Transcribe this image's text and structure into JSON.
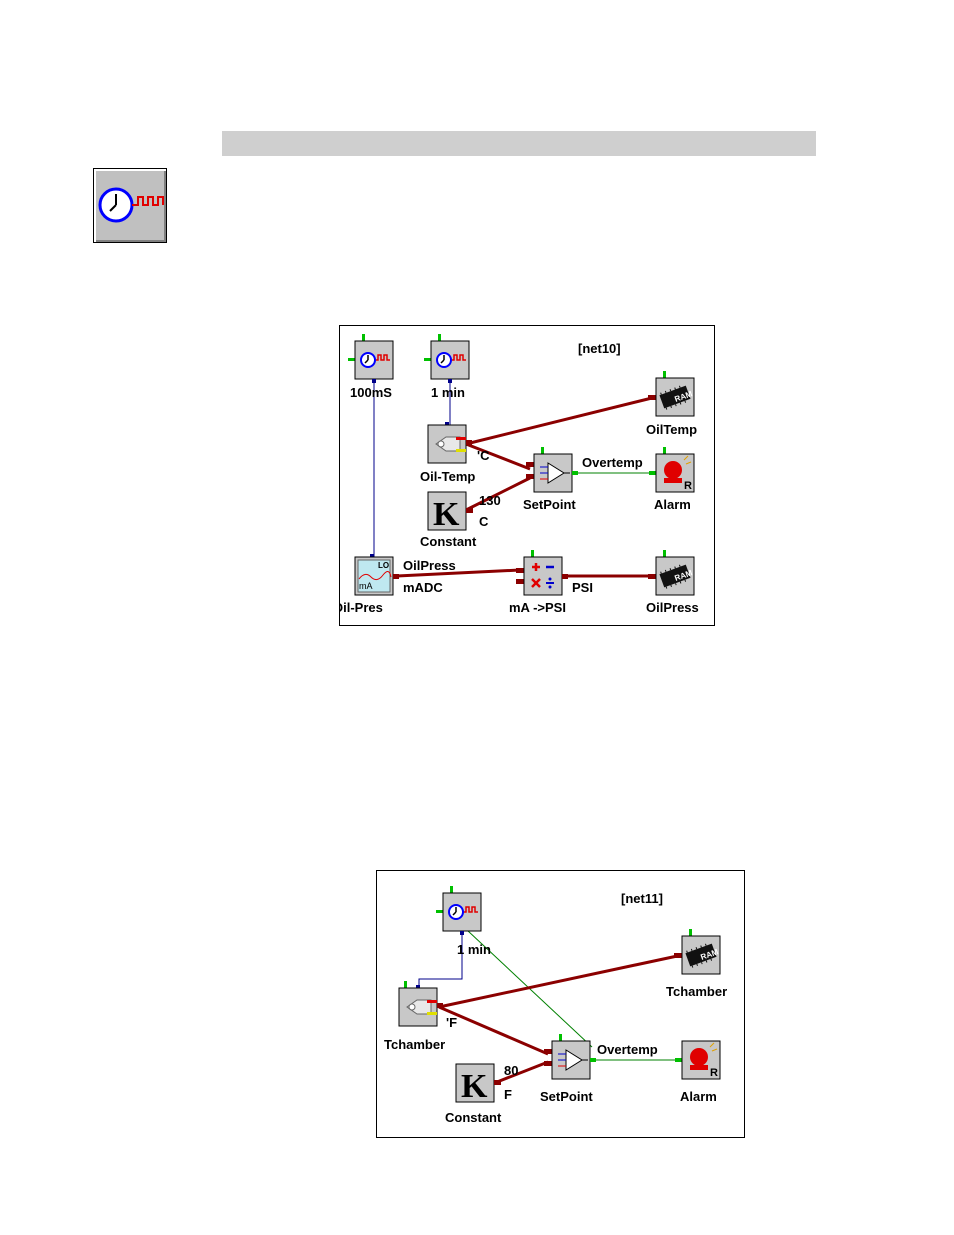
{
  "icon": {
    "name": "clock-pulse-icon"
  },
  "net10": {
    "title": "[net10]",
    "blocks": {
      "clock1": "100mS",
      "clock2": "1 min",
      "oil_temp": "Oil-Temp",
      "constant": "Constant",
      "setpoint": "SetPoint",
      "ram_temp": "OilTemp",
      "alarm": "Alarm",
      "oil_pres": "Oil-Pres",
      "math": "mA ->PSI",
      "ram_press": "OilPress"
    },
    "wires": {
      "c_unit": "'C",
      "const_value": "130",
      "const_unit": "C",
      "overtemp": "Overtemp",
      "oilpress": "OilPress",
      "madc": "mADC",
      "psi": "PSI",
      "lo": "LO",
      "ma": "mA"
    }
  },
  "net11": {
    "title": "[net11]",
    "blocks": {
      "clock": "1 min",
      "tchamber_in": "Tchamber",
      "constant": "Constant",
      "setpoint": "SetPoint",
      "ram": "Tchamber",
      "alarm": "Alarm"
    },
    "wires": {
      "f_unit": "'F",
      "const_value": "80",
      "const_unit": "F",
      "overtemp": "Overtemp"
    }
  },
  "ram_text": "RAM",
  "k_text": "K",
  "r_text": "R",
  "colors": {
    "wire_data": "#8b0000",
    "wire_clock": "#00008b",
    "wire_bool": "#008000",
    "port_top": "#00c000"
  }
}
